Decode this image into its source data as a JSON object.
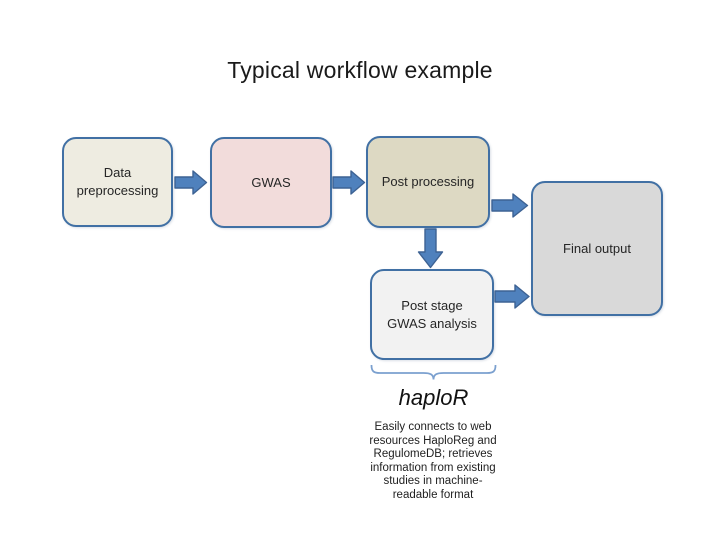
{
  "title": "Typical workflow example",
  "nodes": [
    {
      "id": "data-preprocessing",
      "label": "Data preprocessing",
      "fill": "#eeece1"
    },
    {
      "id": "gwas",
      "label": "GWAS",
      "fill": "#f2dcdb"
    },
    {
      "id": "post-processing",
      "label": "Post processing",
      "fill": "#ddd9c3"
    },
    {
      "id": "final-output",
      "label": "Final output",
      "fill": "#d9d9d9"
    },
    {
      "id": "post-stage-gwas-analysis",
      "label": "Post stage GWAS analysis",
      "fill": "#f2f2f2"
    }
  ],
  "edges": [
    {
      "from": "data-preprocessing",
      "to": "gwas"
    },
    {
      "from": "gwas",
      "to": "post-processing"
    },
    {
      "from": "post-processing",
      "to": "final-output"
    },
    {
      "from": "post-processing",
      "to": "post-stage-gwas-analysis"
    },
    {
      "from": "post-stage-gwas-analysis",
      "to": "final-output"
    }
  ],
  "annotation": {
    "package_name": "haploR",
    "description": "Easily connects to web\nresources HaploReg and\nRegulomeDB; retrieves\ninformation from existing\nstudies in machine-\nreadable format"
  },
  "colors": {
    "node_border": "#4170a4",
    "arrow_fill": "#4f81bd",
    "arrow_stroke": "#3d6293",
    "brace": "#7ba0cf",
    "title_text": "#1a1a1a",
    "node_text": "#262626"
  }
}
